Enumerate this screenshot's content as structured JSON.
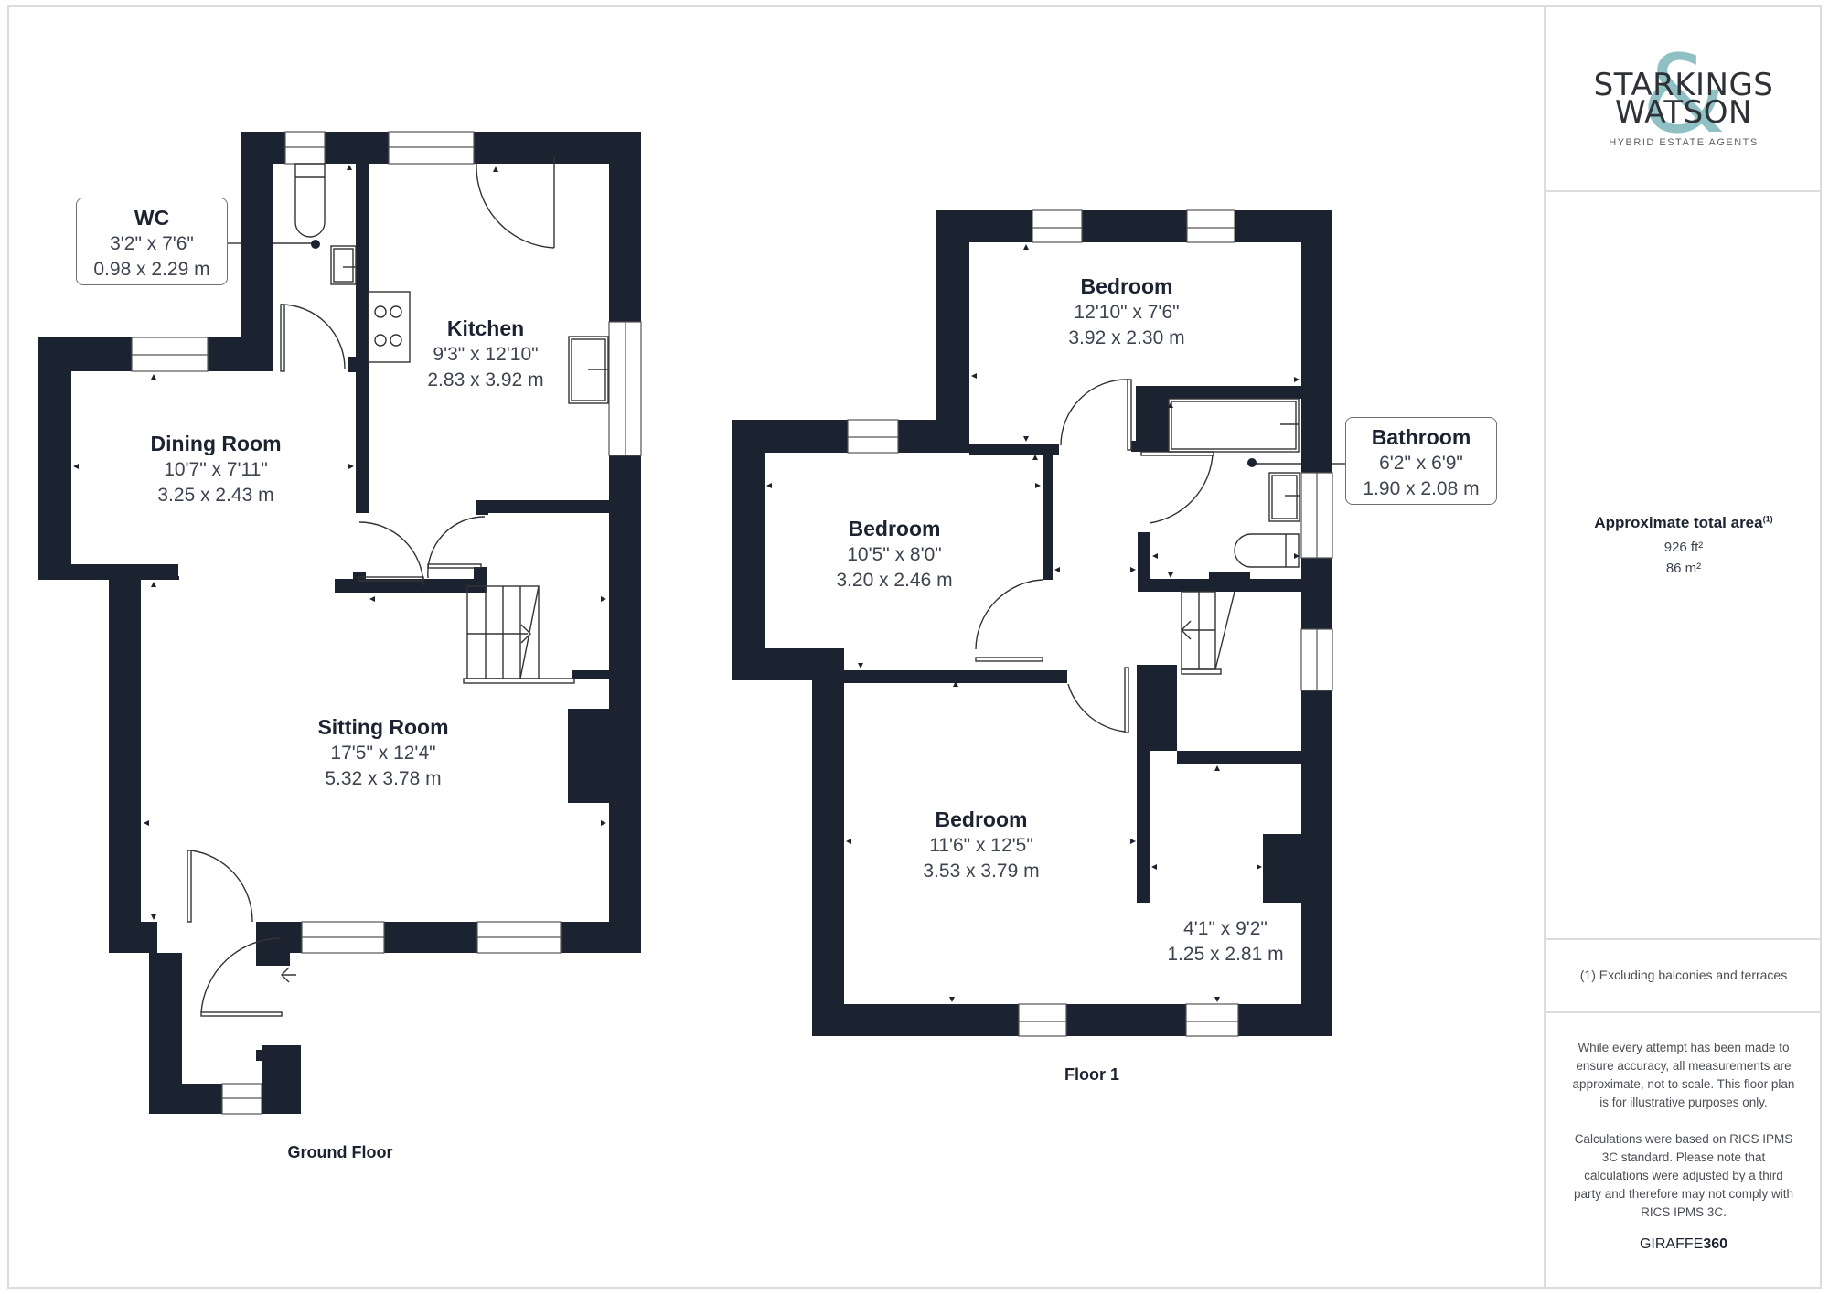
{
  "colors": {
    "wall": "#1c2330",
    "accent": "#8fc1c4",
    "border": "#dcdcdc"
  },
  "ground_floor": {
    "label": "Ground Floor",
    "rooms": [
      {
        "name": "WC",
        "imperial": "3'2\" x 7'6\"",
        "metric": "0.98 x 2.29 m"
      },
      {
        "name": "Kitchen",
        "imperial": "9'3\" x 12'10\"",
        "metric": "2.83 x 3.92 m"
      },
      {
        "name": "Dining Room",
        "imperial": "10'7\" x 7'11\"",
        "metric": "3.25 x 2.43 m"
      },
      {
        "name": "Sitting Room",
        "imperial": "17'5\" x 12'4\"",
        "metric": "5.32 x 3.78 m"
      }
    ]
  },
  "floor_1": {
    "label": "Floor 1",
    "rooms": [
      {
        "name": "Bedroom",
        "imperial": "12'10\" x 7'6\"",
        "metric": "3.92 x 2.30 m"
      },
      {
        "name": "Bedroom",
        "imperial": "10'5\" x 8'0\"",
        "metric": "3.20 x 2.46 m"
      },
      {
        "name": "Bathroom",
        "imperial": "6'2\" x 6'9\"",
        "metric": "1.90 x 2.08 m"
      },
      {
        "name": "Bedroom",
        "imperial": "11'6\" x 12'5\"",
        "metric": "3.53 x 3.79 m"
      },
      {
        "name": "",
        "imperial": "4'1\" x 9'2\"",
        "metric": "1.25 x 2.81 m"
      }
    ]
  },
  "side_panel": {
    "logo": {
      "line1": "STARKINGS",
      "line2": "WATSON",
      "ampersand": "&",
      "tagline": "HYBRID ESTATE AGENTS"
    },
    "area": {
      "title": "Approximate total area",
      "footnote_marker": "(1)",
      "imperial": "926 ft²",
      "metric": "86 m²"
    },
    "footnote": "(1) Excluding balconies and terraces",
    "disclaimer_1": "While every attempt has been made to ensure accuracy, all measurements are approximate, not to scale. This floor plan is for illustrative purposes only.",
    "disclaimer_2": "Calculations were based on RICS IPMS 3C standard. Please note that calculations were adjusted by a third party and therefore may not comply with RICS IPMS 3C.",
    "brand": {
      "part1": "GIRAFFE",
      "part2": "360"
    }
  }
}
